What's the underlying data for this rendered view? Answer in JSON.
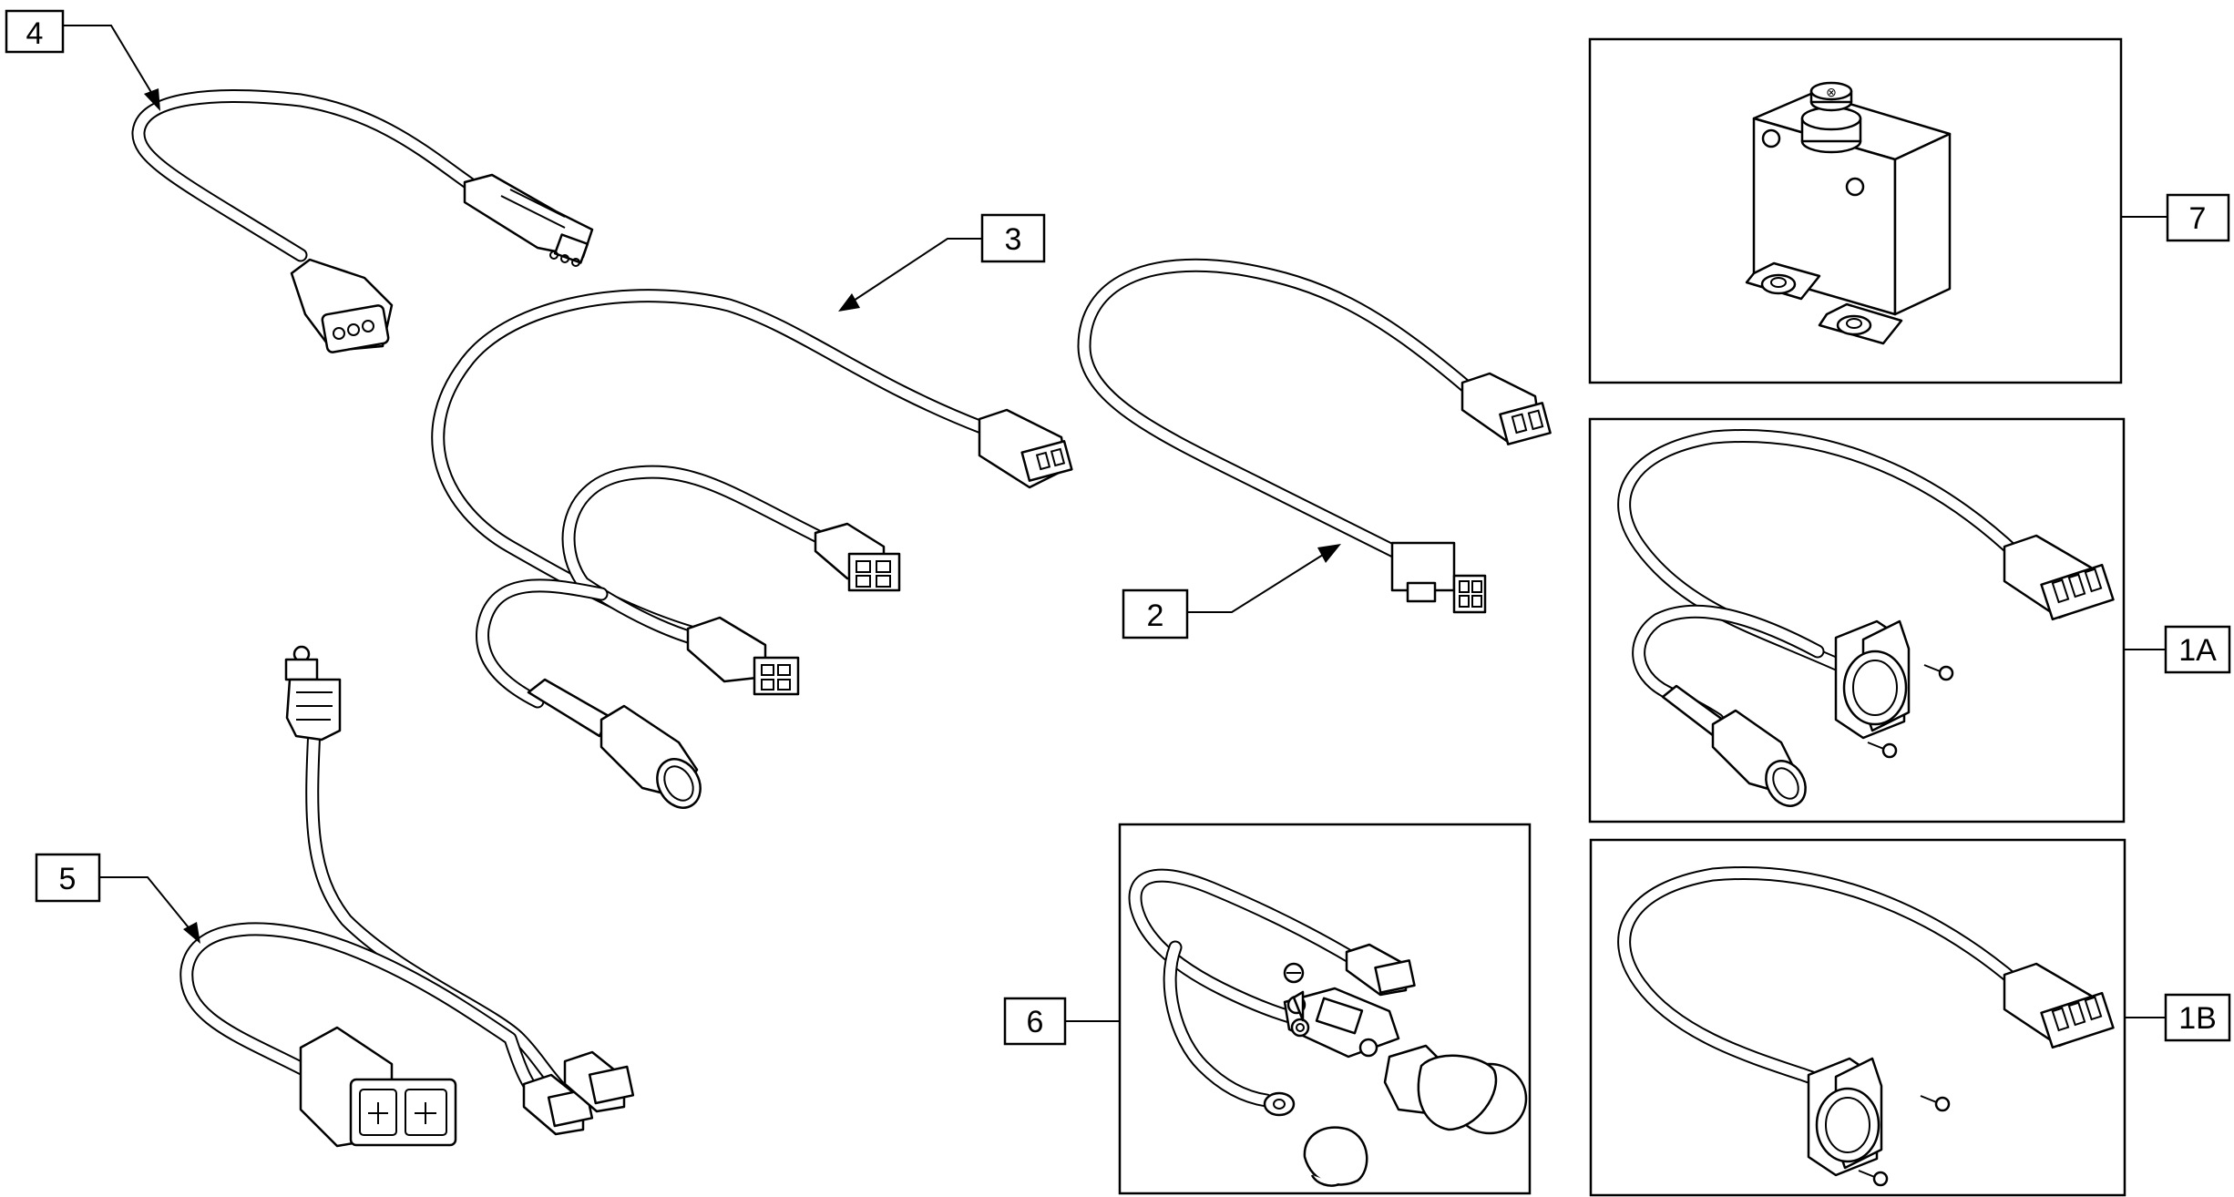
{
  "callouts": [
    {
      "id": "1A",
      "label": "1A"
    },
    {
      "id": "1B",
      "label": "1B"
    },
    {
      "id": "2",
      "label": "2"
    },
    {
      "id": "3",
      "label": "3"
    },
    {
      "id": "4",
      "label": "4"
    },
    {
      "id": "5",
      "label": "5"
    },
    {
      "id": "6",
      "label": "6"
    },
    {
      "id": "7",
      "label": "7"
    }
  ],
  "colors": {
    "line": "#000000",
    "background": "#ffffff"
  }
}
